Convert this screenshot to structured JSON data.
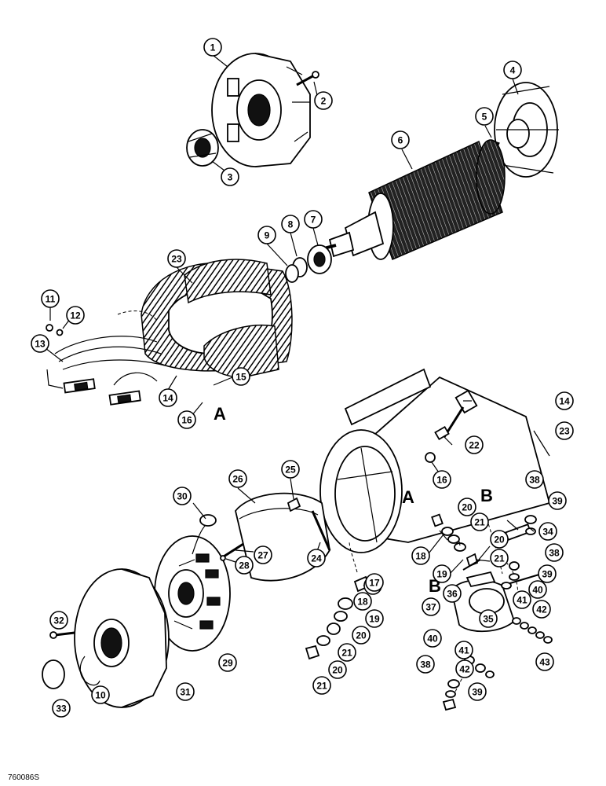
{
  "figure_id": "760086S",
  "reference_letters": [
    "A",
    "B"
  ],
  "callouts": [
    {
      "id": "c1",
      "label": "1"
    },
    {
      "id": "c2",
      "label": "2"
    },
    {
      "id": "c3",
      "label": "3"
    },
    {
      "id": "c4",
      "label": "4"
    },
    {
      "id": "c5",
      "label": "5"
    },
    {
      "id": "c6",
      "label": "6"
    },
    {
      "id": "c7",
      "label": "7"
    },
    {
      "id": "c8",
      "label": "8"
    },
    {
      "id": "c9",
      "label": "9"
    },
    {
      "id": "c23a",
      "label": "23"
    },
    {
      "id": "c11",
      "label": "11"
    },
    {
      "id": "c12",
      "label": "12"
    },
    {
      "id": "c13",
      "label": "13"
    },
    {
      "id": "c14a",
      "label": "14"
    },
    {
      "id": "c15",
      "label": "15"
    },
    {
      "id": "c16a",
      "label": "16"
    },
    {
      "id": "c14b",
      "label": "14"
    },
    {
      "id": "c23b",
      "label": "23"
    },
    {
      "id": "c22",
      "label": "22"
    },
    {
      "id": "c16b",
      "label": "16"
    },
    {
      "id": "c26",
      "label": "26"
    },
    {
      "id": "c25",
      "label": "25"
    },
    {
      "id": "c30",
      "label": "30"
    },
    {
      "id": "c27",
      "label": "27"
    },
    {
      "id": "c28",
      "label": "28"
    },
    {
      "id": "c24",
      "label": "24"
    },
    {
      "id": "c17a",
      "label": "17"
    },
    {
      "id": "c20a",
      "label": "20"
    },
    {
      "id": "c21a",
      "label": "21"
    },
    {
      "id": "c18a",
      "label": "18"
    },
    {
      "id": "c19a",
      "label": "19"
    },
    {
      "id": "c20b",
      "label": "20"
    },
    {
      "id": "c21b",
      "label": "21"
    },
    {
      "id": "c34",
      "label": "34"
    },
    {
      "id": "c38a",
      "label": "38"
    },
    {
      "id": "c39a",
      "label": "39"
    },
    {
      "id": "c38b",
      "label": "38"
    },
    {
      "id": "c39b",
      "label": "39"
    },
    {
      "id": "c40a",
      "label": "40"
    },
    {
      "id": "c36",
      "label": "36"
    },
    {
      "id": "c37",
      "label": "37"
    },
    {
      "id": "c41a",
      "label": "41"
    },
    {
      "id": "c42a",
      "label": "42"
    },
    {
      "id": "c35",
      "label": "35"
    },
    {
      "id": "c17b",
      "label": "17"
    },
    {
      "id": "c18b",
      "label": "18"
    },
    {
      "id": "c19b",
      "label": "19"
    },
    {
      "id": "c20c",
      "label": "20"
    },
    {
      "id": "c21c",
      "label": "21"
    },
    {
      "id": "c20d",
      "label": "20"
    },
    {
      "id": "c21d",
      "label": "21"
    },
    {
      "id": "c32",
      "label": "32"
    },
    {
      "id": "c29",
      "label": "29"
    },
    {
      "id": "c31",
      "label": "31"
    },
    {
      "id": "c10",
      "label": "10"
    },
    {
      "id": "c33",
      "label": "33"
    },
    {
      "id": "c40b",
      "label": "40"
    },
    {
      "id": "c41b",
      "label": "41"
    },
    {
      "id": "c42b",
      "label": "42"
    },
    {
      "id": "c43",
      "label": "43"
    },
    {
      "id": "c38c",
      "label": "38"
    },
    {
      "id": "c39c",
      "label": "39"
    }
  ]
}
